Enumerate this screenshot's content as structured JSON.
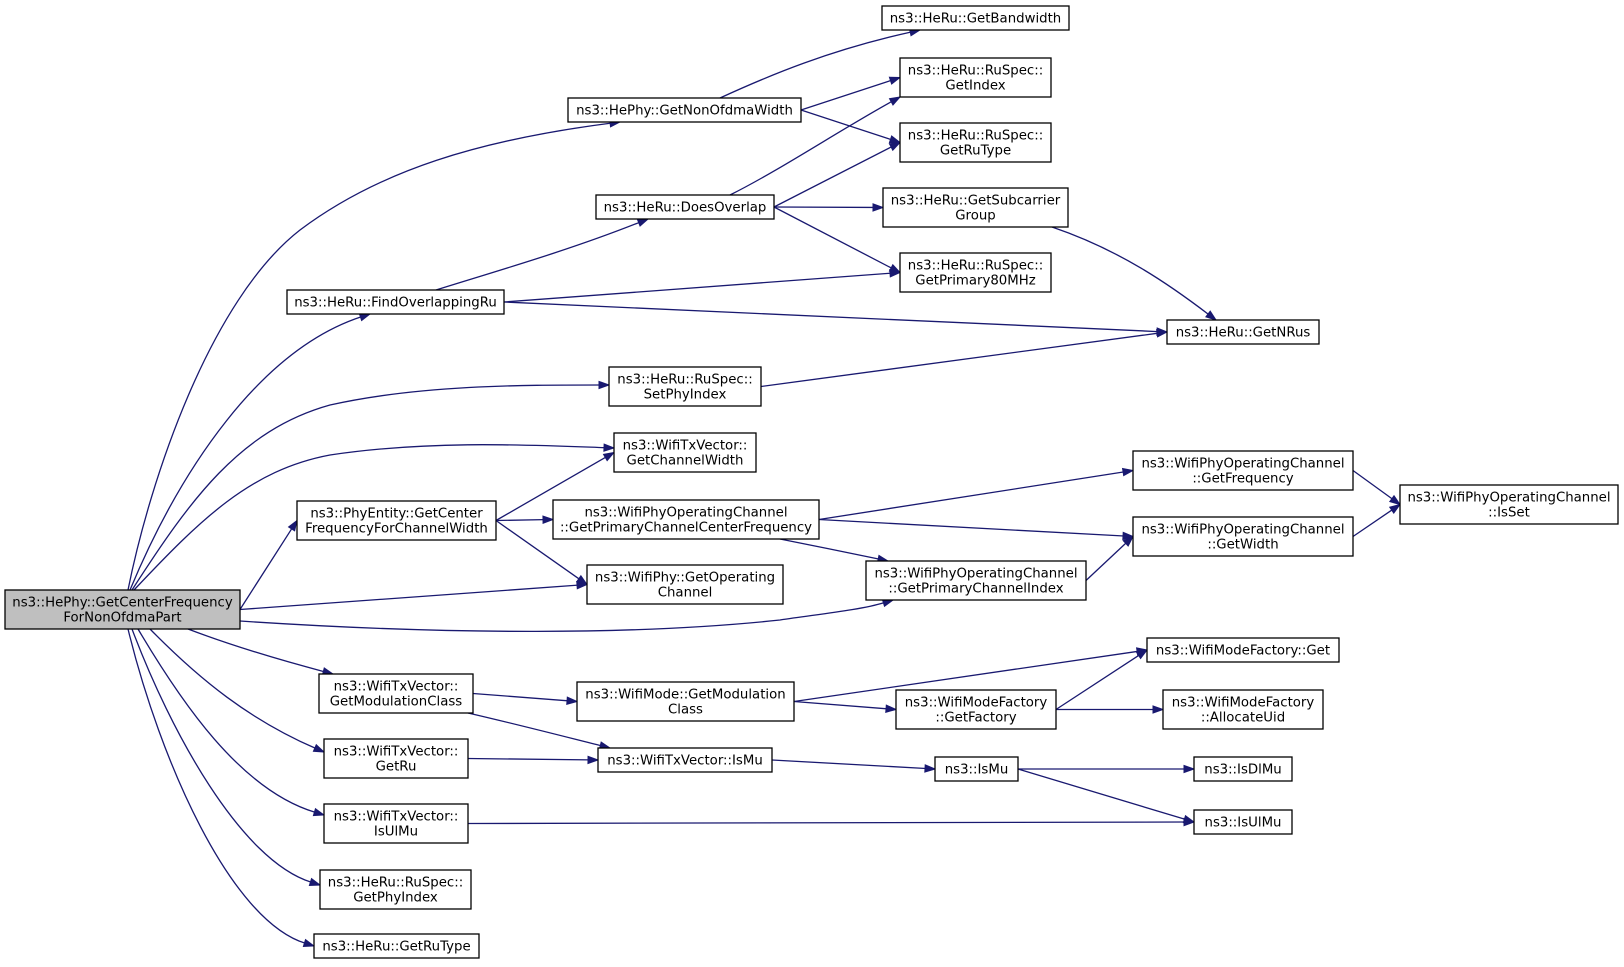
{
  "colors": {
    "edge": "#191970",
    "node_border": "#000000",
    "root_fill": "#bfbfbf",
    "node_fill": "#ffffff"
  },
  "nodes": [
    {
      "id": "root",
      "lines": [
        "ns3::HePhy::GetCenterFrequency",
        "ForNonOfdmaPart"
      ],
      "root": true
    },
    {
      "id": "getNonOfdmaWidth",
      "lines": [
        "ns3::HePhy::GetNonOfdmaWidth"
      ]
    },
    {
      "id": "getBandwidth",
      "lines": [
        "ns3::HeRu::GetBandwidth"
      ]
    },
    {
      "id": "ruSpecGetIndex",
      "lines": [
        "ns3::HeRu::RuSpec::",
        "GetIndex"
      ]
    },
    {
      "id": "ruSpecGetRuType",
      "lines": [
        "ns3::HeRu::RuSpec::",
        "GetRuType"
      ]
    },
    {
      "id": "doesOverlap",
      "lines": [
        "ns3::HeRu::DoesOverlap"
      ]
    },
    {
      "id": "getSubcarrierGroup",
      "lines": [
        "ns3::HeRu::GetSubcarrier",
        "Group"
      ]
    },
    {
      "id": "ruSpecGetPrimary80",
      "lines": [
        "ns3::HeRu::RuSpec::",
        "GetPrimary80MHz"
      ]
    },
    {
      "id": "findOverlappingRu",
      "lines": [
        "ns3::HeRu::FindOverlappingRu"
      ]
    },
    {
      "id": "getNRus",
      "lines": [
        "ns3::HeRu::GetNRus"
      ]
    },
    {
      "id": "ruSpecSetPhyIndex",
      "lines": [
        "ns3::HeRu::RuSpec::",
        "SetPhyIndex"
      ]
    },
    {
      "id": "txGetChannelWidth",
      "lines": [
        "ns3::WifiTxVector::",
        "GetChannelWidth"
      ]
    },
    {
      "id": "phyEntityGetCenter",
      "lines": [
        "ns3::PhyEntity::GetCenter",
        "FrequencyForChannelWidth"
      ]
    },
    {
      "id": "opGetPrimaryCenterFreq",
      "lines": [
        "ns3::WifiPhyOperatingChannel",
        "::GetPrimaryChannelCenterFrequency"
      ]
    },
    {
      "id": "opGetFrequency",
      "lines": [
        "ns3::WifiPhyOperatingChannel",
        "::GetFrequency"
      ]
    },
    {
      "id": "opIsSet",
      "lines": [
        "ns3::WifiPhyOperatingChannel",
        "::IsSet"
      ]
    },
    {
      "id": "opGetWidth",
      "lines": [
        "ns3::WifiPhyOperatingChannel",
        "::GetWidth"
      ]
    },
    {
      "id": "phyGetOperatingChannel",
      "lines": [
        "ns3::WifiPhy::GetOperating",
        "Channel"
      ]
    },
    {
      "id": "opGetPrimaryIndex",
      "lines": [
        "ns3::WifiPhyOperatingChannel",
        "::GetPrimaryChannelIndex"
      ]
    },
    {
      "id": "txGetModulationClass",
      "lines": [
        "ns3::WifiTxVector::",
        "GetModulationClass"
      ]
    },
    {
      "id": "modeGetModulationClass",
      "lines": [
        "ns3::WifiMode::GetModulation",
        "Class"
      ]
    },
    {
      "id": "factoryGet",
      "lines": [
        "ns3::WifiModeFactory::Get"
      ]
    },
    {
      "id": "factoryGetFactory",
      "lines": [
        "ns3::WifiModeFactory",
        "::GetFactory"
      ]
    },
    {
      "id": "factoryAllocateUid",
      "lines": [
        "ns3::WifiModeFactory",
        "::AllocateUid"
      ]
    },
    {
      "id": "txGetRu",
      "lines": [
        "ns3::WifiTxVector::",
        "GetRu"
      ]
    },
    {
      "id": "txIsMu",
      "lines": [
        "ns3::WifiTxVector::IsMu"
      ]
    },
    {
      "id": "isMu",
      "lines": [
        "ns3::IsMu"
      ]
    },
    {
      "id": "isDlMu",
      "lines": [
        "ns3::IsDlMu"
      ]
    },
    {
      "id": "txIsUlMu",
      "lines": [
        "ns3::WifiTxVector::",
        "IsUlMu"
      ]
    },
    {
      "id": "isUlMu",
      "lines": [
        "ns3::IsUlMu"
      ]
    },
    {
      "id": "ruSpecGetPhyIndex",
      "lines": [
        "ns3::HeRu::RuSpec::",
        "GetPhyIndex"
      ]
    },
    {
      "id": "heRuGetRuType",
      "lines": [
        "ns3::HeRu::GetRuType"
      ]
    }
  ],
  "edges": [
    {
      "from": "root",
      "to": "getNonOfdmaWidth"
    },
    {
      "from": "root",
      "to": "findOverlappingRu"
    },
    {
      "from": "root",
      "to": "ruSpecSetPhyIndex"
    },
    {
      "from": "root",
      "to": "txGetChannelWidth"
    },
    {
      "from": "root",
      "to": "phyEntityGetCenter"
    },
    {
      "from": "root",
      "to": "phyGetOperatingChannel"
    },
    {
      "from": "root",
      "to": "opGetPrimaryIndex"
    },
    {
      "from": "root",
      "to": "txGetModulationClass"
    },
    {
      "from": "root",
      "to": "txGetRu"
    },
    {
      "from": "root",
      "to": "txIsUlMu"
    },
    {
      "from": "root",
      "to": "ruSpecGetPhyIndex"
    },
    {
      "from": "root",
      "to": "heRuGetRuType"
    },
    {
      "from": "getNonOfdmaWidth",
      "to": "getBandwidth"
    },
    {
      "from": "getNonOfdmaWidth",
      "to": "ruSpecGetIndex"
    },
    {
      "from": "getNonOfdmaWidth",
      "to": "ruSpecGetRuType"
    },
    {
      "from": "doesOverlap",
      "to": "ruSpecGetIndex"
    },
    {
      "from": "doesOverlap",
      "to": "ruSpecGetRuType"
    },
    {
      "from": "doesOverlap",
      "to": "getSubcarrierGroup"
    },
    {
      "from": "doesOverlap",
      "to": "ruSpecGetPrimary80"
    },
    {
      "from": "getSubcarrierGroup",
      "to": "getNRus"
    },
    {
      "from": "findOverlappingRu",
      "to": "doesOverlap"
    },
    {
      "from": "findOverlappingRu",
      "to": "ruSpecGetPrimary80"
    },
    {
      "from": "findOverlappingRu",
      "to": "getNRus"
    },
    {
      "from": "ruSpecSetPhyIndex",
      "to": "getNRus"
    },
    {
      "from": "phyEntityGetCenter",
      "to": "txGetChannelWidth"
    },
    {
      "from": "phyEntityGetCenter",
      "to": "opGetPrimaryCenterFreq"
    },
    {
      "from": "phyEntityGetCenter",
      "to": "phyGetOperatingChannel"
    },
    {
      "from": "opGetPrimaryCenterFreq",
      "to": "opGetFrequency"
    },
    {
      "from": "opGetPrimaryCenterFreq",
      "to": "opGetWidth"
    },
    {
      "from": "opGetPrimaryCenterFreq",
      "to": "opGetPrimaryIndex"
    },
    {
      "from": "opGetFrequency",
      "to": "opIsSet"
    },
    {
      "from": "opGetWidth",
      "to": "opIsSet"
    },
    {
      "from": "opGetPrimaryIndex",
      "to": "opGetWidth"
    },
    {
      "from": "txGetModulationClass",
      "to": "modeGetModulationClass"
    },
    {
      "from": "txGetModulationClass",
      "to": "txIsMu"
    },
    {
      "from": "modeGetModulationClass",
      "to": "factoryGet"
    },
    {
      "from": "modeGetModulationClass",
      "to": "factoryGetFactory"
    },
    {
      "from": "factoryGetFactory",
      "to": "factoryGet"
    },
    {
      "from": "factoryGetFactory",
      "to": "factoryAllocateUid"
    },
    {
      "from": "txGetRu",
      "to": "txIsMu"
    },
    {
      "from": "txIsMu",
      "to": "isMu"
    },
    {
      "from": "isMu",
      "to": "isDlMu"
    },
    {
      "from": "isMu",
      "to": "isUlMu"
    },
    {
      "from": "txIsUlMu",
      "to": "isUlMu"
    }
  ]
}
